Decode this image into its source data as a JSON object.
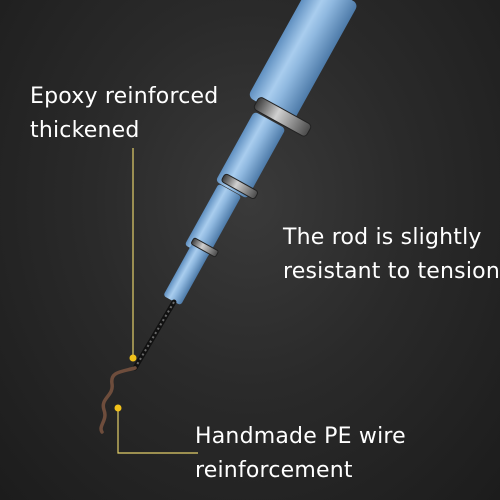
{
  "annotations": {
    "epoxy": {
      "line1": "Epoxy reinforced",
      "line2": "thickened"
    },
    "rod": {
      "line1": "The rod is slightly",
      "line2": "resistant to tension"
    },
    "pe_wire": {
      "line1": "Handmade PE wire",
      "line2": "reinforcement"
    }
  },
  "colors": {
    "background": "#2a2a2a",
    "rod_blue": "#8fb8df",
    "ring_metal": "#9a9a9a",
    "callout_line": "#e3cf6a",
    "callout_dot": "#f2c21a",
    "wire": "#6e4d3c"
  }
}
